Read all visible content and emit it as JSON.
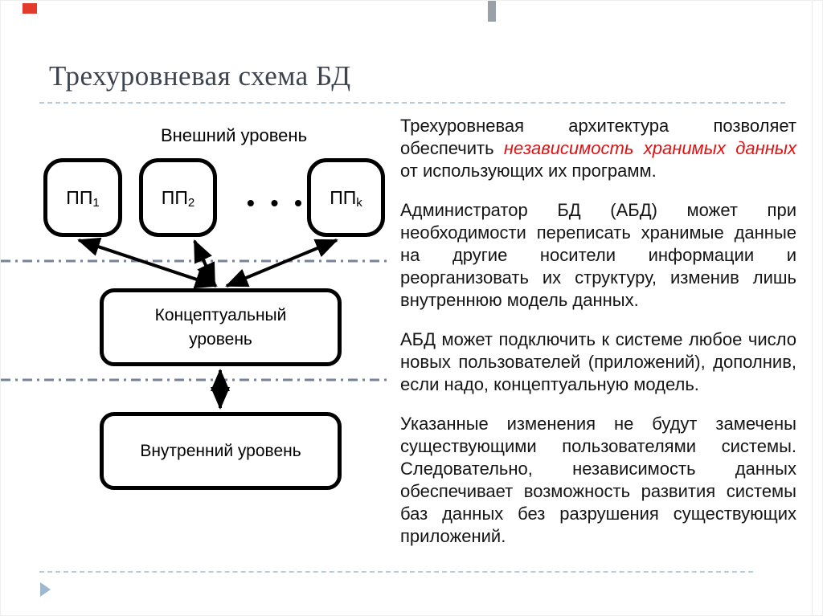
{
  "page": {
    "title": "Трехуровневая схема БД"
  },
  "diagram": {
    "external_level_label": "Внешний уровень",
    "boxes": [
      {
        "base": "ПП",
        "sub": "1"
      },
      {
        "base": "ПП",
        "sub": "2"
      },
      {
        "base": "ПП",
        "sub": "k"
      }
    ],
    "ellipsis": "• • •",
    "conceptual_box": {
      "line1": "Концептуальный",
      "line2": "уровень"
    },
    "internal_box": {
      "label": "Внутренний уровень"
    }
  },
  "content": {
    "paragraphs": [
      {
        "segments": [
          {
            "text": "Трехуровневая архитектура позволяет обеспечить ",
            "style": "normal"
          },
          {
            "text": "независимость хранимых данных",
            "style": "emphasis-red"
          },
          {
            "text": " от использующих их программ.",
            "style": "normal"
          }
        ]
      },
      {
        "segments": [
          {
            "text": "Администратор БД (АБД) может при необходимости переписать хранимые данные на другие носители информации и реорганизовать их структуру, изменив лишь внутреннюю модель данных.",
            "style": "normal"
          }
        ]
      },
      {
        "segments": [
          {
            "text": "АБД может подключить к системе любое число новых пользователей (приложений), дополнив, если надо, концептуальную модель.",
            "style": "normal"
          }
        ]
      },
      {
        "segments": [
          {
            "text": "Указанные изменения не будут замечены существующими пользователями системы. Следовательно, независимость данных обеспечивает возможность развития системы баз данных без разрушения существующих приложений.",
            "style": "normal"
          }
        ]
      }
    ]
  },
  "colors": {
    "emphasis_red": "#e01212",
    "dash_dot_line": "#78829b",
    "dashed_rule": "#b8cbdb",
    "title_text": "#3d4450",
    "triangle_marker": "#9fb8d0",
    "red_indicator": "#e23b2e",
    "gray_indicator": "#9aa0a8"
  }
}
